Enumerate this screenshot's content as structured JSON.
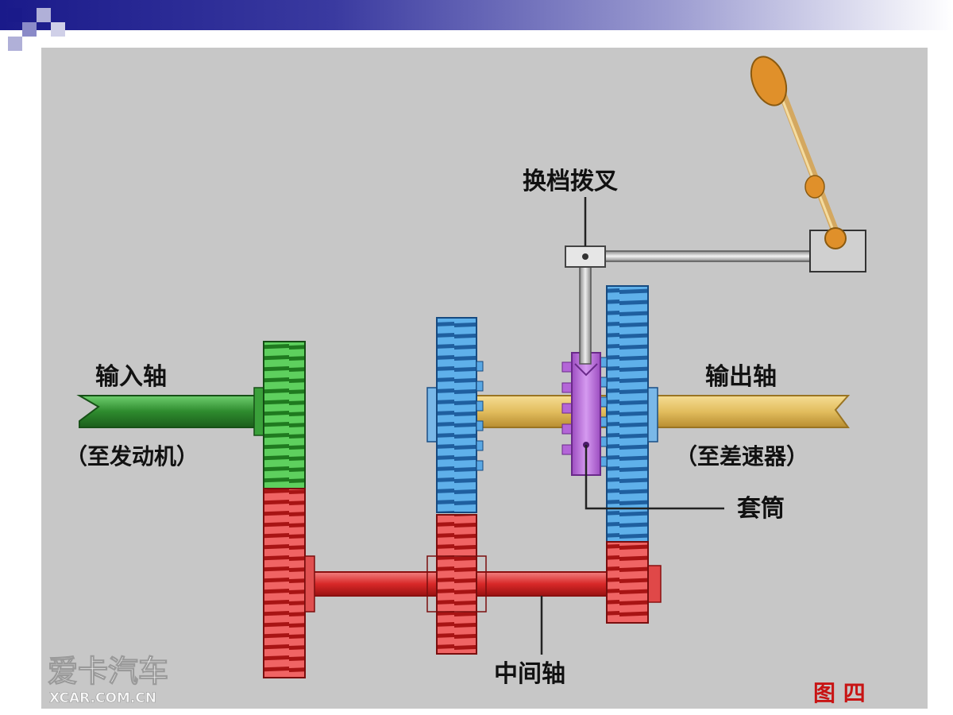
{
  "labels": {
    "input_shaft": "输入轴",
    "input_note": "（至发动机）",
    "output_shaft": "输出轴",
    "output_note": "（至差速器）",
    "shift_fork": "换档拨叉",
    "sleeve": "套筒",
    "countershaft": "中间轴"
  },
  "figure_label": "图 四",
  "watermark": {
    "brand": "爱卡汽车",
    "url": "XCAR.COM.CN"
  },
  "colors": {
    "background": "#c7c7c7",
    "input": "#2e8b2e",
    "output": "#e6c36a",
    "blue_gear": "#2f7fc8",
    "red_gear": "#d82828",
    "sleeve": "#c47be0",
    "lever": "#d4a860"
  }
}
